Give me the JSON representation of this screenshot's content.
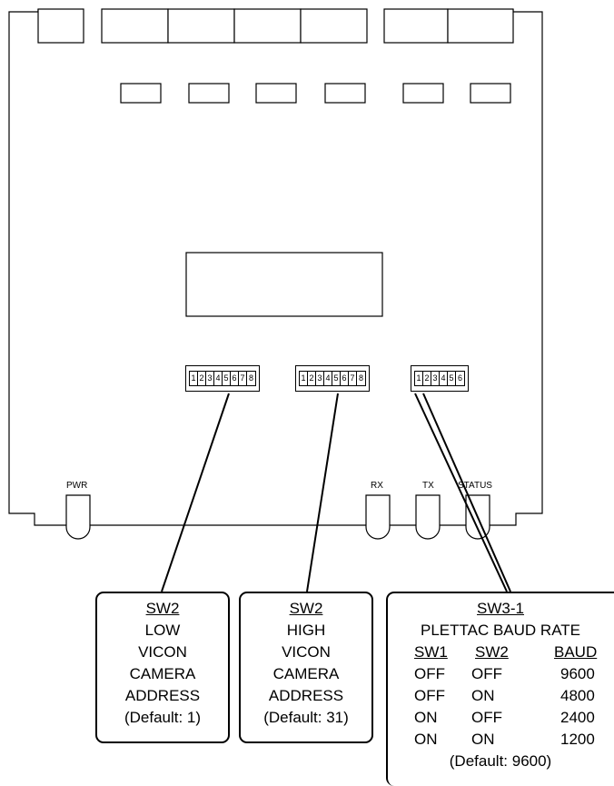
{
  "board": {
    "leds": [
      {
        "label": "PWR"
      },
      {
        "label": "RX"
      },
      {
        "label": "TX"
      },
      {
        "label": "STATUS"
      }
    ],
    "dip_switches": [
      {
        "name": "sw2-low",
        "positions": [
          "1",
          "2",
          "3",
          "4",
          "5",
          "6",
          "7",
          "8"
        ]
      },
      {
        "name": "sw2-high",
        "positions": [
          "1",
          "2",
          "3",
          "4",
          "5",
          "6",
          "7",
          "8"
        ]
      },
      {
        "name": "sw3",
        "positions": [
          "1",
          "2",
          "3",
          "4",
          "5",
          "6"
        ]
      }
    ]
  },
  "callouts": {
    "low": {
      "title": "SW2",
      "lines": [
        "LOW",
        "VICON",
        "CAMERA",
        "ADDRESS"
      ],
      "default": "(Default: 1)"
    },
    "high": {
      "title": "SW2",
      "lines": [
        "HIGH",
        "VICON",
        "CAMERA",
        "ADDRESS"
      ],
      "default": "(Default: 31)"
    },
    "baud": {
      "title": "SW3-1",
      "subtitle": "PLETTAC BAUD RATE",
      "headers": [
        "SW1",
        "SW2",
        "BAUD"
      ],
      "rows": [
        [
          "OFF",
          "OFF",
          "9600"
        ],
        [
          "OFF",
          "ON",
          "4800"
        ],
        [
          "ON",
          "OFF",
          "2400"
        ],
        [
          "ON",
          "ON",
          "1200"
        ]
      ],
      "default": "(Default: 9600)"
    }
  }
}
